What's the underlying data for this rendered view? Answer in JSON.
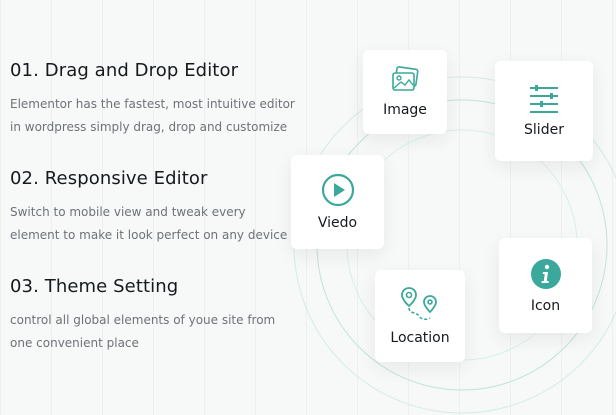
{
  "features": [
    {
      "title": "01. Drag and Drop Editor",
      "desc_line1": "Elementor has the fastest, most intuitive editor",
      "desc_line2": "in wordpress simply drag, drop and customize"
    },
    {
      "title": "02. Responsive Editor",
      "desc_line1": "Switch to mobile view and tweak every",
      "desc_line2": "element to make it look perfect on any device"
    },
    {
      "title": "03. Theme Setting",
      "desc_line1": "control all global elements of youe site from",
      "desc_line2": "one convenient place"
    }
  ],
  "cards": {
    "image": {
      "label": "Image",
      "icon": "image-icon"
    },
    "slider": {
      "label": "Slider",
      "icon": "slider-icon"
    },
    "video": {
      "label": "Viedo",
      "icon": "play-circle-icon"
    },
    "location": {
      "label": "Location",
      "icon": "location-route-icon"
    },
    "icon": {
      "label": "Icon",
      "icon": "info-circle-icon"
    }
  },
  "colors": {
    "accent": "#3aa89a",
    "heading": "#151a1d",
    "body_text": "#6d7378",
    "background": "#f7f8f8",
    "orbit_line": "#bfe3dc"
  }
}
